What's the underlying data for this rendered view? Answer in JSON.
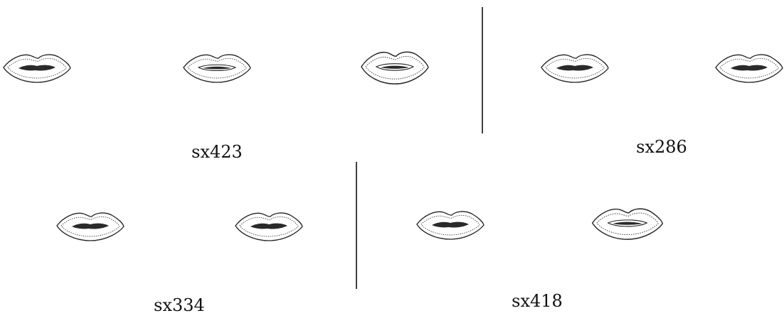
{
  "panels": [
    {
      "caption": "sx423",
      "mouth_count": 3
    },
    {
      "caption": "sx286",
      "mouth_count": 2
    },
    {
      "caption": "sx334",
      "mouth_count": 2
    },
    {
      "caption": "sx418",
      "mouth_count": 2
    }
  ],
  "colors": {
    "ink": "#111111",
    "background": "#ffffff"
  },
  "icons": [
    "mouth-contour-icon"
  ]
}
